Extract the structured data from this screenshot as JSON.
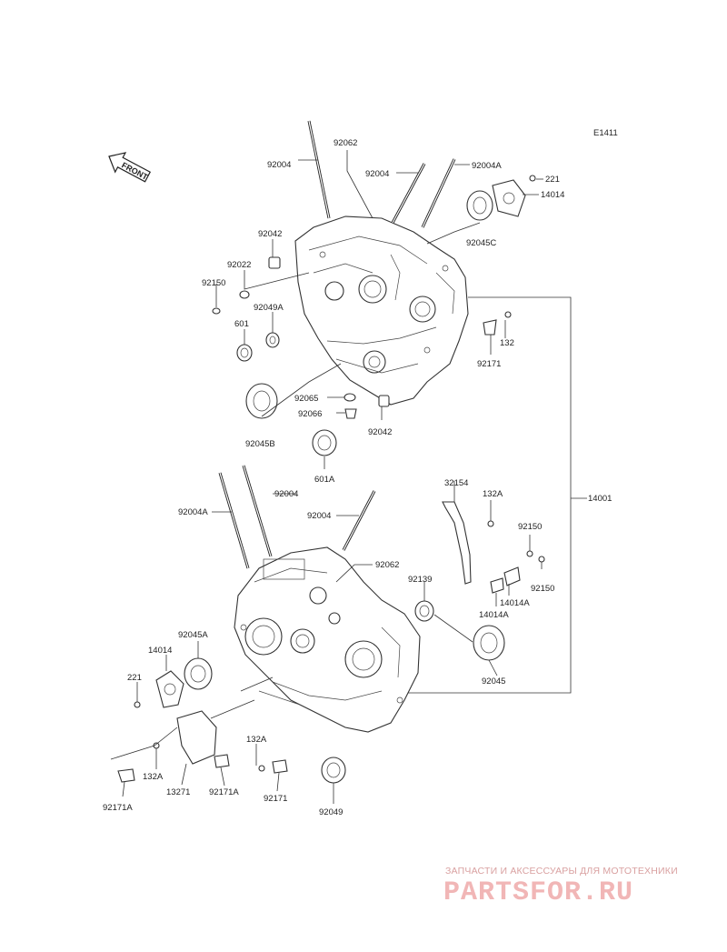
{
  "diagram_code": "E1411",
  "front_marker": "FRONT",
  "parts": {
    "p92004_a": "92004",
    "p92062_a": "92062",
    "p92004_b": "92004",
    "p92004A_a": "92004A",
    "p221_a": "221",
    "p14014_a": "14014",
    "p92045C": "92045C",
    "p92042_a": "92042",
    "p92022": "92022",
    "p92150_a": "92150",
    "p92049A": "92049A",
    "p601": "601",
    "p132_a": "132",
    "p92171_a": "92171",
    "p92065": "92065",
    "p92066": "92066",
    "p92045B": "92045B",
    "p92042_b": "92042",
    "p601A": "601A",
    "p14001": "14001",
    "p92004_c": "92004",
    "p92004A_b": "92004A",
    "p92004_d": "92004",
    "p32154": "32154",
    "p132A_a": "132A",
    "p92150_b": "92150",
    "p92062_b": "92062",
    "p92139": "92139",
    "p92150_c": "92150",
    "p14014A_a": "14014A",
    "p14014A_b": "14014A",
    "p92045A": "92045A",
    "p14014_b": "14014",
    "p221_b": "221",
    "p92045": "92045",
    "p132A_b": "132A",
    "p132A_c": "132A",
    "p13271": "13271",
    "p92171A_a": "92171A",
    "p92171_b": "92171",
    "p92049": "92049",
    "p92171A_b": "92171A"
  },
  "watermark": {
    "subtitle": "ЗАПЧАСТИ И АКСЕССУАРЫ ДЛЯ МОТОТЕХНИКИ",
    "logo": "PARTSFOR.RU"
  }
}
